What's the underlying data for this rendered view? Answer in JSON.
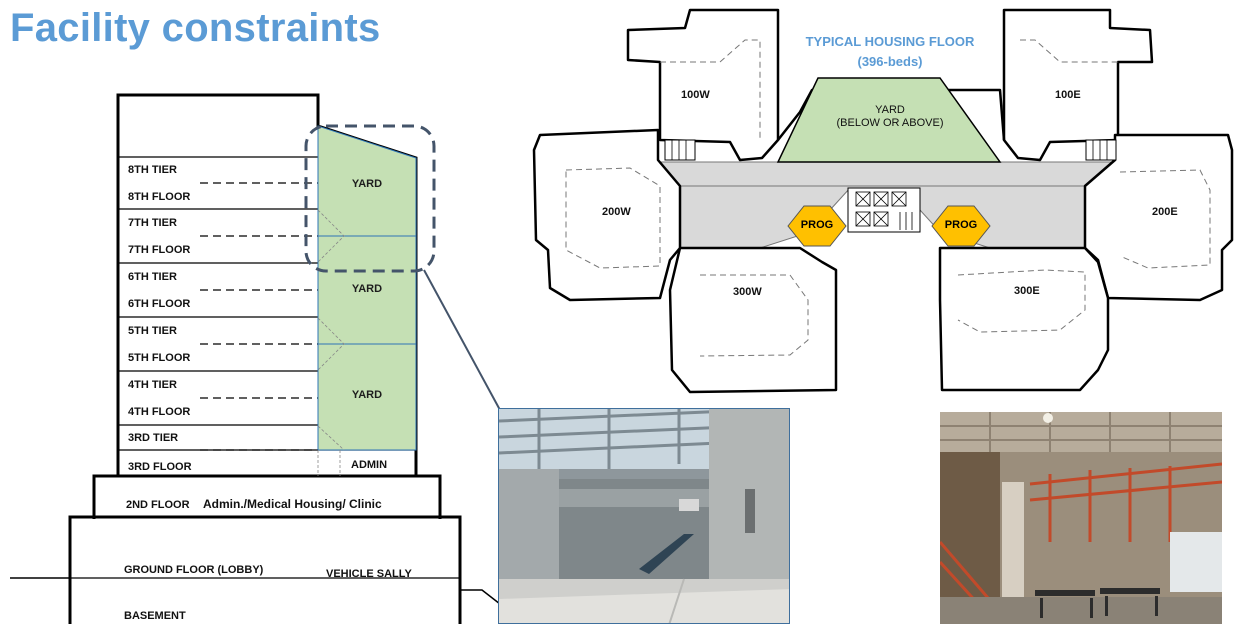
{
  "title": "Facility constraints",
  "section": {
    "floors": [
      "8TH TIER",
      "8TH FLOOR",
      "7TH TIER",
      "7TH FLOOR",
      "6TH TIER",
      "6TH FLOOR",
      "5TH TIER",
      "5TH FLOOR",
      "4TH TIER",
      "4TH FLOOR",
      "3RD TIER",
      "3RD FLOOR"
    ],
    "yard_labels": [
      "YARD",
      "YARD",
      "YARD"
    ],
    "admin": "ADMIN",
    "second_floor": "2ND FLOOR",
    "second_floor_use": "Admin./Medical Housing/ Clinic",
    "ground_floor": "GROUND FLOOR (LOBBY)",
    "vehicle_sally": "VEHICLE SALLY",
    "basement": "BASEMENT"
  },
  "plan": {
    "title_line1": "TYPICAL HOUSING FLOOR",
    "title_line2": "(396-beds)",
    "yard_line1": "YARD",
    "yard_line2": "(BELOW OR ABOVE)",
    "units": [
      "100W",
      "100E",
      "200W",
      "200E",
      "300W",
      "300E"
    ],
    "prog": [
      "PROG",
      "PROG"
    ]
  },
  "colors": {
    "title": "#5b9bd5",
    "yard_fill": "#c5e0b4",
    "prog_fill": "#ffc000",
    "callout": "#44546a",
    "corridor": "#d9d9d9"
  }
}
